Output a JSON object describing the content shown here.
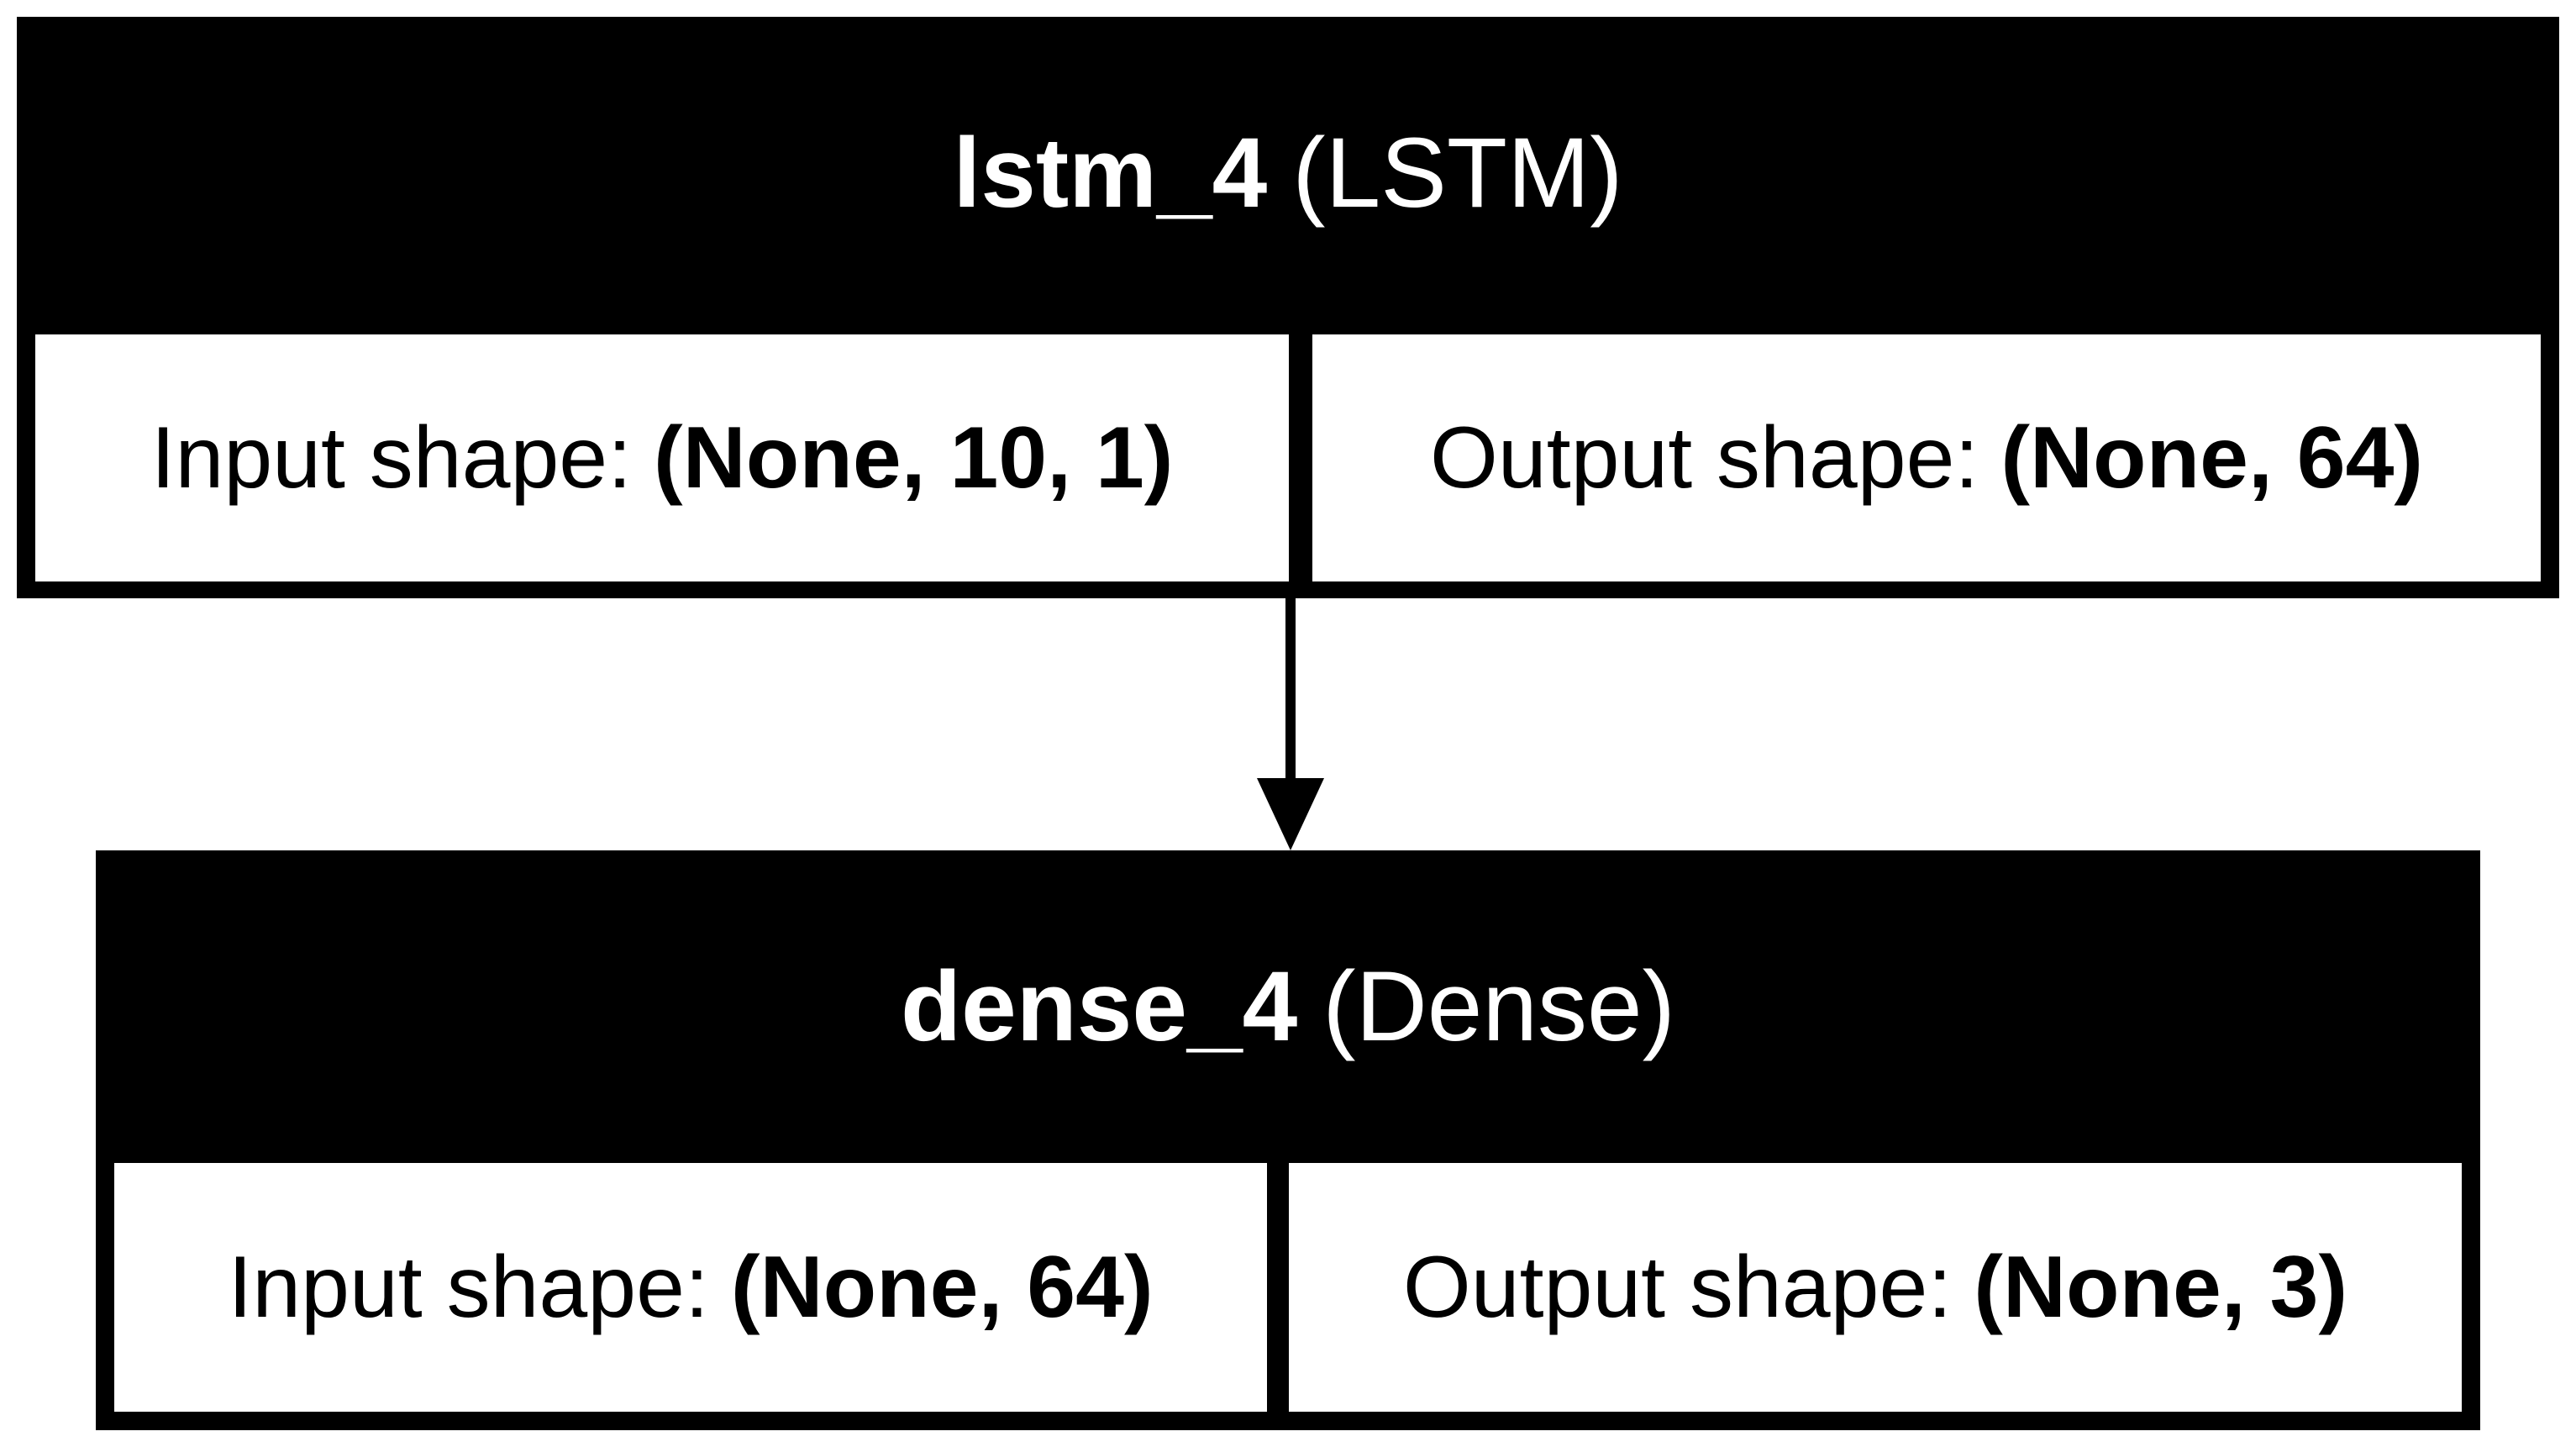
{
  "nodes": [
    {
      "name": "lstm_4",
      "type": "(LSTM)",
      "input_label": "Input shape:",
      "input_shape": "(None, 10, 1)",
      "output_label": "Output shape:",
      "output_shape": "(None, 64)"
    },
    {
      "name": "dense_4",
      "type": "(Dense)",
      "input_label": "Input shape:",
      "input_shape": "(None, 64)",
      "output_label": "Output shape:",
      "output_shape": "(None, 3)"
    }
  ],
  "edges": [
    {
      "from": "lstm_4",
      "to": "dense_4"
    }
  ],
  "colors": {
    "node_fill": "#000000",
    "cell_fill": "#ffffff",
    "edge": "#000000"
  }
}
